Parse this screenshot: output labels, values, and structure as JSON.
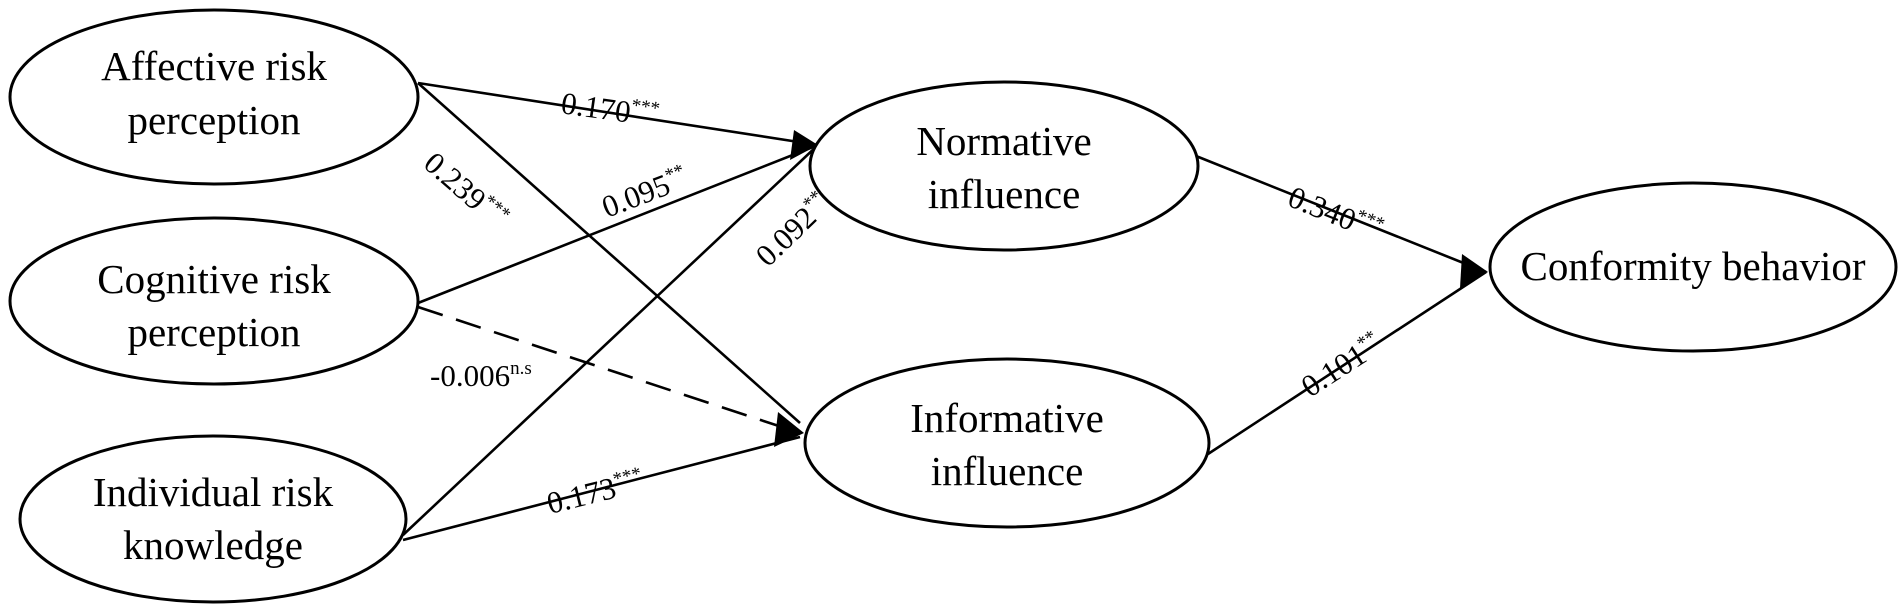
{
  "nodes": {
    "affective": {
      "lines": [
        "Affective risk",
        "perception"
      ]
    },
    "cognitive": {
      "lines": [
        "Cognitive risk",
        "perception"
      ]
    },
    "individual": {
      "lines": [
        "Individual risk",
        "knowledge"
      ]
    },
    "normative": {
      "lines": [
        "Normative",
        "influence"
      ]
    },
    "informative": {
      "lines": [
        "Informative",
        "influence"
      ]
    },
    "conformity": {
      "lines": [
        "Conformity behavior"
      ]
    }
  },
  "edges": {
    "affective_normative": {
      "coef": "0.170",
      "sig": "***",
      "style": "solid"
    },
    "affective_informative": {
      "coef": "0.239",
      "sig": "***",
      "style": "solid"
    },
    "cognitive_normative": {
      "coef": "0.095",
      "sig": "**",
      "style": "solid"
    },
    "cognitive_informative": {
      "coef": "-0.006",
      "sig": "n.s",
      "style": "dashed"
    },
    "individual_normative": {
      "coef": "0.092",
      "sig": "**",
      "style": "solid"
    },
    "individual_informative": {
      "coef": "0.173",
      "sig": "***",
      "style": "solid"
    },
    "normative_conformity": {
      "coef": "0.340",
      "sig": "***",
      "style": "solid"
    },
    "informative_conformity": {
      "coef": "0.101",
      "sig": "**",
      "style": "solid"
    }
  }
}
